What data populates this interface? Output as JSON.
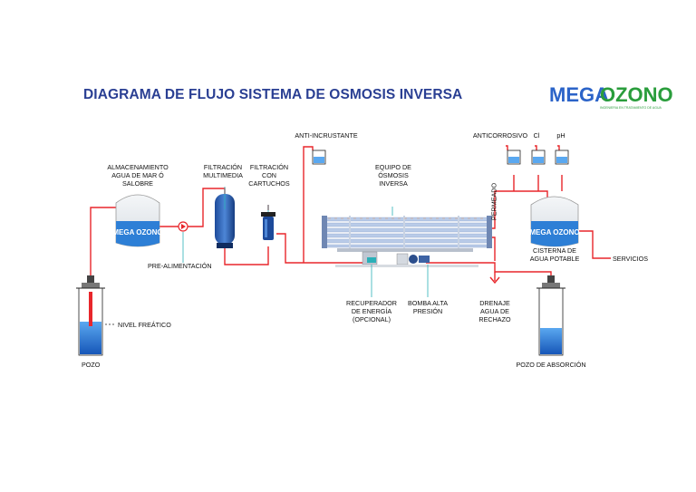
{
  "title": "DIAGRAMA DE FLUJO SISTEMA DE OSMOSIS INVERSA",
  "logo": {
    "part1": "MEGA",
    "part2": "OZONO",
    "tagline": "INGENIERIA EN TRATAMIENTO DE AGUA",
    "tank_text": "MEGA OZONO"
  },
  "labels": {
    "almacenamiento": "ALMACENAMIENTO\nAGUA DE MAR Ó\nSALOBRE",
    "filtracion_multimedia": "FILTRACIÓN\nMULTIMEDIA",
    "filtracion_cartuchos": "FILTRACIÓN\nCON\nCARTUCHOS",
    "anti_incrustante": "ANTI-INCRUSTANTE",
    "equipo_osmosis": "EQUIPO DE\nÓSMOSIS\nINVERSA",
    "anticorrosivo": "ANTICORROSIVO",
    "cl": "Cl",
    "ph": "pH",
    "permeado": "PERMEADO",
    "cisterna": "CISTERNA DE\nAGUA POTABLE",
    "servicios": "SERVICIOS",
    "pre_alimentacion": "PRE-ALIMENTACIÓN",
    "recuperador": "RECUPERADOR\nDE ENERGÍA\n(OPCIONAL)",
    "bomba": "BOMBA ALTA\nPRESIÓN",
    "drenaje": "DRENAJE\nAGUA DE\nRECHAZO",
    "nivel": "NIVEL FREÁTICO",
    "pozo": "POZO",
    "pozo_absorcion": "POZO DE ABSORCIÓN"
  },
  "colors": {
    "pipe": "#e8262b",
    "title": "#2a3f93",
    "water": "#2d7fd6",
    "logo_blue": "#2b63c8",
    "logo_green": "#2a9d3c"
  }
}
